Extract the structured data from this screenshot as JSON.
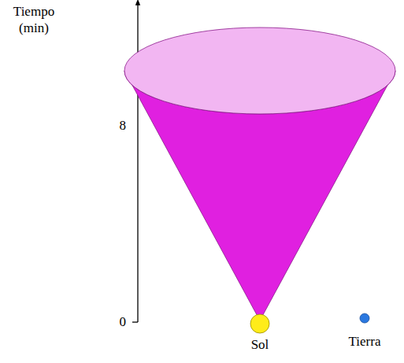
{
  "diagram": {
    "nodes": [
      {
        "text": [
          "Sol"
        ]
      },
      {
        "text": [
          "Tierra"
        ]
      }
    ],
    "labels": [
      "Tiempo (min)",
      "8",
      "0"
    ]
  }
}
